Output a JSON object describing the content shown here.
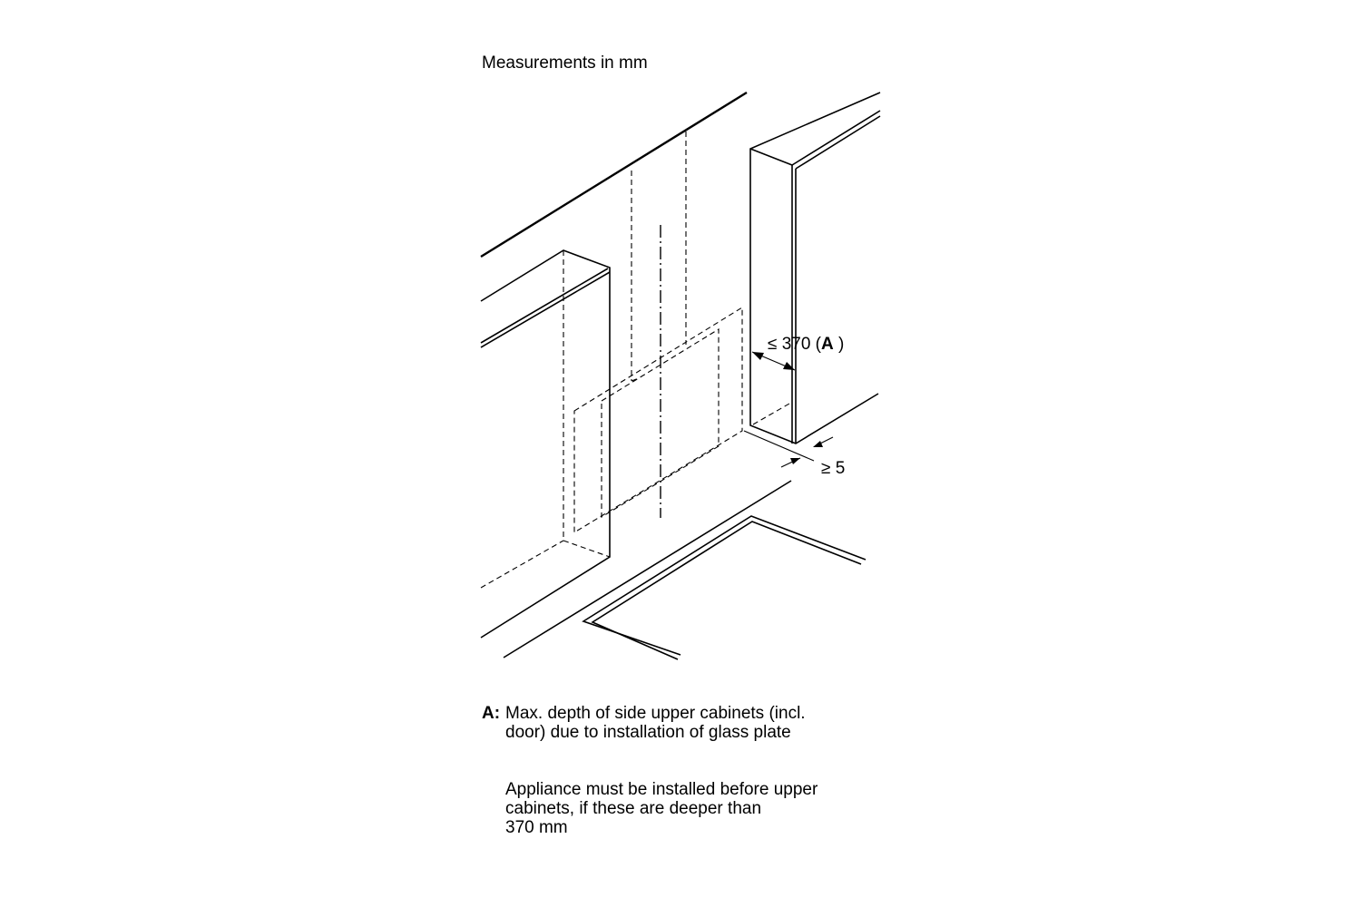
{
  "header": {
    "units_note": "Measurements in mm"
  },
  "dimensions": {
    "depth_label": "≤ 370 (",
    "depth_ref": "A",
    "depth_close": " )",
    "gap_label": "≥ 5"
  },
  "legend": {
    "key": "A:",
    "line1": "Max. depth of side upper cabinets (incl.",
    "line2": "door) due to installation of glass plate"
  },
  "note": {
    "line1": "Appliance must be installed before upper",
    "line2": "cabinets, if these are deeper than",
    "line3": "370 mm"
  }
}
